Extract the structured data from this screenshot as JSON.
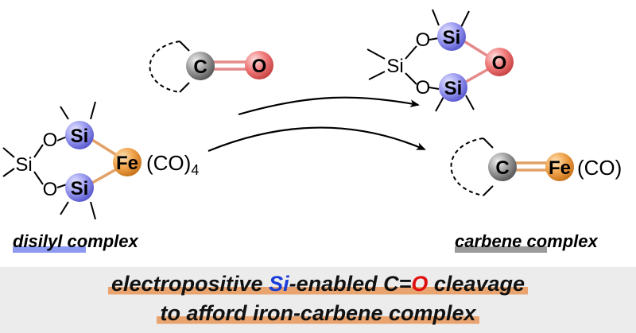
{
  "atoms": {
    "carbon": "C",
    "oxygen": "O",
    "silicon": "Si",
    "iron": "Fe",
    "carbonyl_ligands": "(CO)",
    "carbonyl_count": "4"
  },
  "labels": {
    "left": "disilyl complex",
    "right": "carbene complex"
  },
  "caption": {
    "line1_a": "electropositive ",
    "line1_si": "Si",
    "line1_b": "-enabled C=",
    "line1_o": "O",
    "line1_c": " cleavage",
    "line2": "to afford iron-carbene complex"
  },
  "colors": {
    "silicon": "#9a9af0",
    "iron": "#f0a24a",
    "oxygen": "#f07a7a",
    "carbon": "#8a8a8a",
    "si_text_caption": "#1a3cd8",
    "o_text_caption": "#e01010",
    "underline_left": "#8c9af2",
    "underline_right": "#9a9a9a",
    "caption_highlight": "#e8a36e"
  }
}
